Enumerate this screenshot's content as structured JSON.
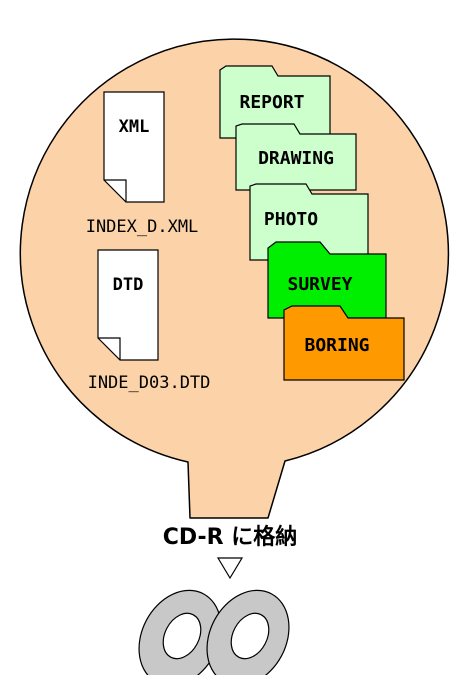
{
  "documents": [
    {
      "label": "XML",
      "filename": "INDEX_D.XML"
    },
    {
      "label": "DTD",
      "filename": "INDE_D03.DTD"
    }
  ],
  "folders": [
    {
      "label": "REPORT",
      "color": "#ccffcc"
    },
    {
      "label": "DRAWING",
      "color": "#ccffcc"
    },
    {
      "label": "PHOTO",
      "color": "#ccffcc"
    },
    {
      "label": "SURVEY",
      "color": "#00ee00"
    },
    {
      "label": "BORING",
      "color": "#ff9900"
    }
  ],
  "caption": "CD-R に格納",
  "bubble_color": "#fcd3a9",
  "icons": [
    "document-icon",
    "folder-icon",
    "cd-disc-icon"
  ]
}
